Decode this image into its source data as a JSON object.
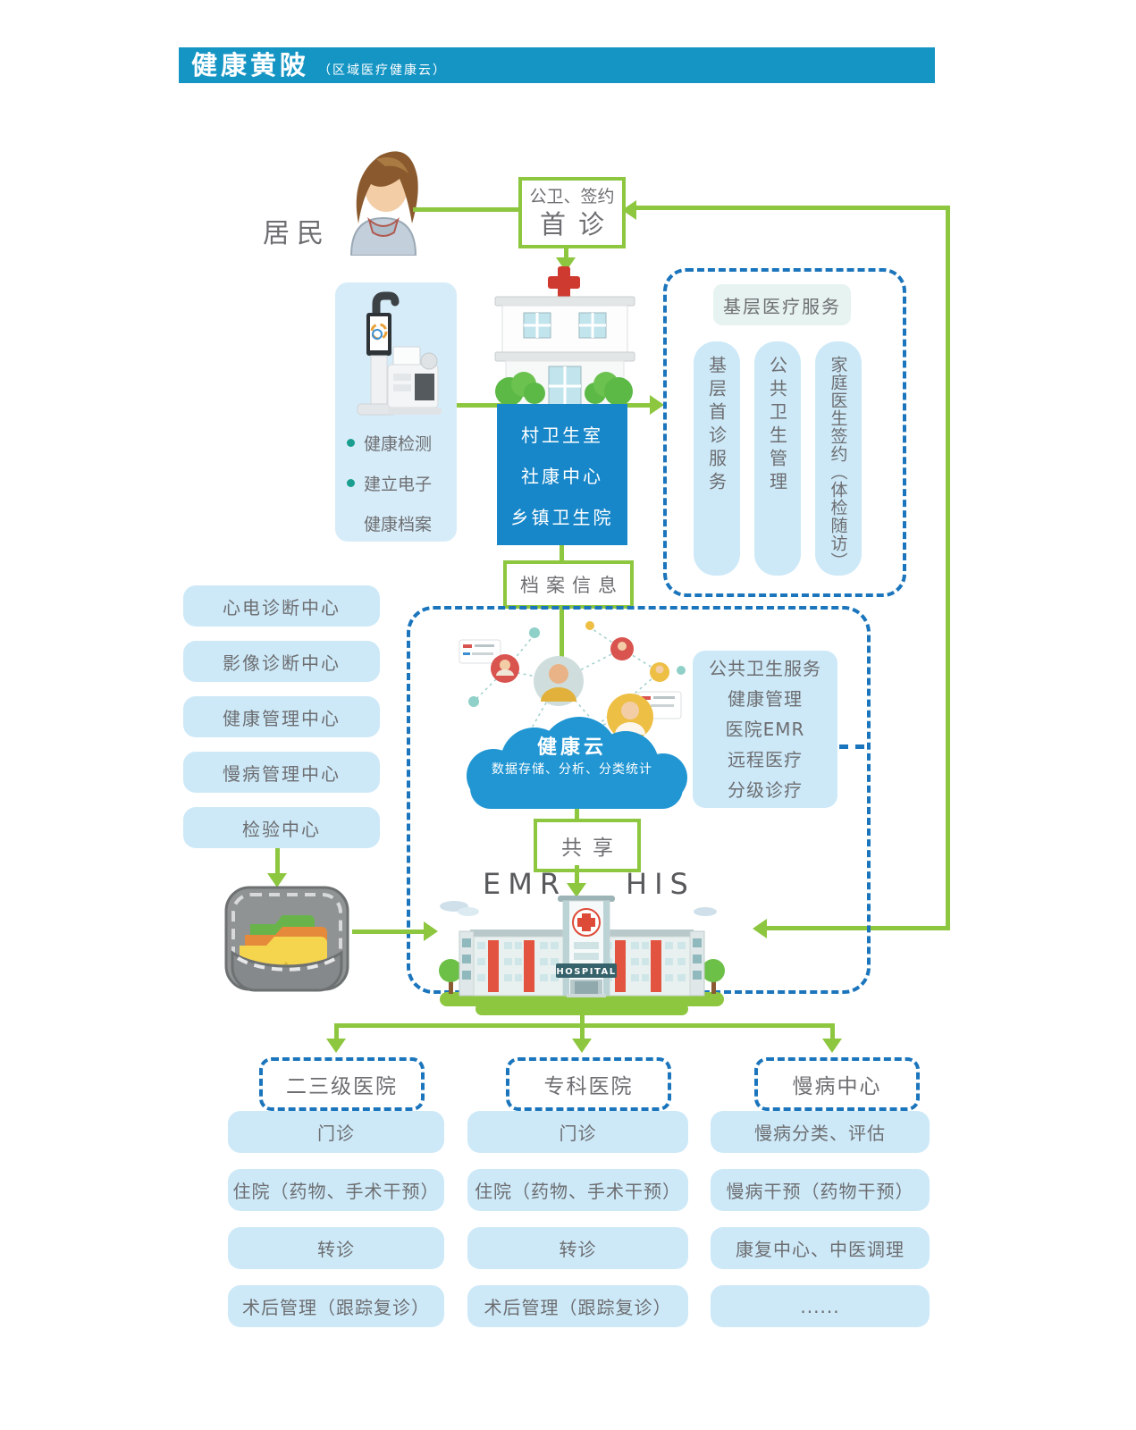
{
  "header": {
    "title": "健康黄陂",
    "subtitle": "（区域医疗健康云）"
  },
  "resident": {
    "label": "居民"
  },
  "first_visit": {
    "tags": "公卫、签约",
    "title": "首诊"
  },
  "kiosk_panel": {
    "bullet1": "健康检测",
    "bullet2": "建立电子",
    "bullet2_cont": "健康档案"
  },
  "clinic": {
    "level1": "村卫生室",
    "level2": "社康中心",
    "level3": "乡镇卫生院"
  },
  "primary_care": {
    "title": "基层医疗服务",
    "col1": "基层首诊服务",
    "col2": "公共卫生管理",
    "col3": "家庭医生签约（体检随访）"
  },
  "archive": {
    "label": "档案信息"
  },
  "cloud": {
    "name": "健康云",
    "caption": "数据存储、分析、分类统计"
  },
  "public_services": {
    "line1": "公共卫生服务",
    "line2": "健康管理",
    "line3": "医院EMR",
    "line4": "远程医疗",
    "line5": "分级诊疗"
  },
  "centers": [
    "心电诊断中心",
    "影像诊断中心",
    "健康管理中心",
    "慢病管理中心",
    "检验中心"
  ],
  "share": {
    "label": "共享"
  },
  "hospital": {
    "emr": "EMR",
    "his": "HIS",
    "sign": "HOSPITAL"
  },
  "tiers": [
    "二三级医院",
    "专科医院",
    "慢病中心"
  ],
  "pathways": {
    "tier1": [
      "门诊",
      "住院（药物、手术干预）",
      "转诊",
      "术后管理（跟踪复诊）"
    ],
    "tier2": [
      "门诊",
      "住院（药物、手术干预）",
      "转诊",
      "术后管理（跟踪复诊）"
    ],
    "tier3": [
      "慢病分类、评估",
      "慢病干预（药物干预）",
      "康复中心、中医调理",
      "......"
    ]
  },
  "colors": {
    "header_teal": "#1595c4",
    "accent_green": "#8dc63f",
    "dashed_blue": "#1b75bc",
    "panel_light_blue": "#cde9f8",
    "clinic_blue": "#1787c9",
    "cloud_blue": "#2196d3",
    "text_gray": "#6d6e71"
  }
}
